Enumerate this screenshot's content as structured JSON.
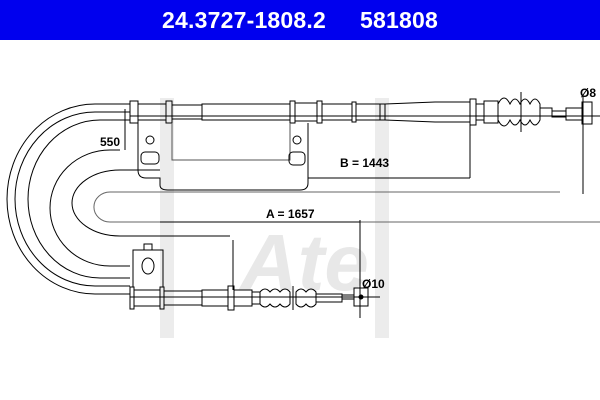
{
  "header": {
    "part_number": "24.3727-1808.2",
    "ref_number": "581808",
    "background_color": "#0000ee",
    "text_color": "#ffffff"
  },
  "drawing": {
    "dimensions": {
      "offset_label": "550",
      "b_label": "B = 1443",
      "a_label": "A = 1657",
      "diameter_top": "Ø8",
      "diameter_bottom": "Ø10"
    },
    "watermark": "Ate",
    "line_color": "#000000",
    "watermark_color": "#e6e6e6"
  }
}
